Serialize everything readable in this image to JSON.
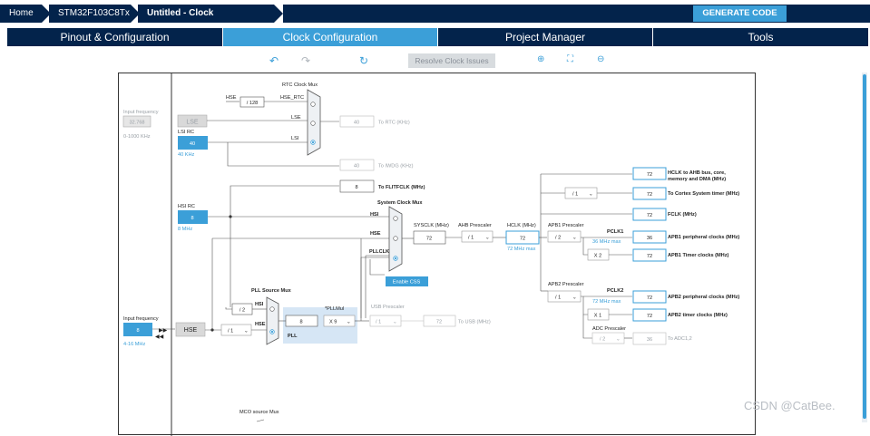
{
  "breadcrumbs": [
    "Home",
    "STM32F103C8Tx",
    "Untitled - Clock Configuration"
  ],
  "generate_label": "GENERATE CODE",
  "tabs": [
    "Pinout & Configuration",
    "Clock Configuration",
    "Project Manager",
    "Tools"
  ],
  "toolbar": {
    "resolve_label": "Resolve Clock Issues"
  },
  "diagram": {
    "input_freq_top": "Input frequency",
    "lse_value": "32.768",
    "lse_range": "0-1000 KHz",
    "lse_label": "LSE",
    "lsi_rc_label": "LSI RC",
    "lsi_value": "40",
    "lsi_unit": "40 KHz",
    "rtc_mux_label": "RTC Clock Mux",
    "hse_label": "HSE",
    "div128": "/ 128",
    "hse_rtc": "HSE_RTC",
    "lse_sig": "LSE",
    "lsi_sig": "LSI",
    "rtc_value": "40",
    "to_rtc": "To RTC (KHz)",
    "iwdg_value": "40",
    "to_iwdg": "To IWDG (KHz)",
    "flit_value": "8",
    "to_flit": "To FLITFCLK (MHz)",
    "hsi_rc_label": "HSI RC",
    "hsi_value": "8",
    "hsi_unit": "8 MHz",
    "sys_mux_label": "System Clock Mux",
    "hsi_sig": "HSI",
    "hse_sig": "HSE",
    "pllclk_sig": "PLLCLK",
    "sysclk_label": "SYSCLK (MHz)",
    "sysclk_value": "72",
    "ahb_label": "AHB Prescaler",
    "ahb_value": "/ 1",
    "hclk_label": "HCLK (MHz)",
    "hclk_value": "72",
    "hclk_max": "72 MHz max",
    "enable_css": "Enable CSS",
    "apb1_label": "APB1 Prescaler",
    "apb1_value": "/ 2",
    "pclk1_label": "PCLK1",
    "pclk1_max": "36 MHz max",
    "apb2_label": "APB2 Prescaler",
    "apb2_value": "/ 1",
    "pclk2_label": "PCLK2",
    "pclk2_max": "72 MHz max",
    "adc_label": "ADC Prescaler",
    "adc_value": "/ 2",
    "cortex_div": "/ 1",
    "x2": "X 2",
    "x1": "X 1",
    "outputs": [
      {
        "value": "72",
        "label": "HCLK to AHB bus, core,"
      },
      {
        "value": "72",
        "label": "To Cortex System timer (MHz)"
      },
      {
        "value": "72",
        "label": "FCLK (MHz)"
      },
      {
        "value": "36",
        "label": "APB1 peripheral clocks (MHz)"
      },
      {
        "value": "72",
        "label": "APB1 Timer clocks (MHz)"
      },
      {
        "value": "72",
        "label": "APB2 peripheral clocks (MHz)"
      },
      {
        "value": "72",
        "label": "APB2 timer clocks (MHz)"
      },
      {
        "value": "36",
        "label": "To ADC1,2"
      }
    ],
    "hclk_label_cont": "memory and DMA (MHz)",
    "pll_src_label": "PLL Source Mux",
    "div2": "/ 2",
    "pll_hsi": "HSI",
    "pll_hse": "HSE",
    "pll_value": "8",
    "pll_label": "PLL",
    "pllmul_label": "*PLLMul",
    "pllmul_value": "X 9",
    "usb_label": "USB Prescaler",
    "usb_div": "/ 1",
    "usb_value": "72",
    "to_usb": "To USB (MHz)",
    "input_freq_bottom": "Input frequency",
    "hse_in_value": "8",
    "hse_in_range": "4-16 MHz",
    "hse_box": "HSE",
    "hse_div": "/ 1",
    "mco_label": "MCO source Mux"
  },
  "watermark": "CSDN @CatBee."
}
